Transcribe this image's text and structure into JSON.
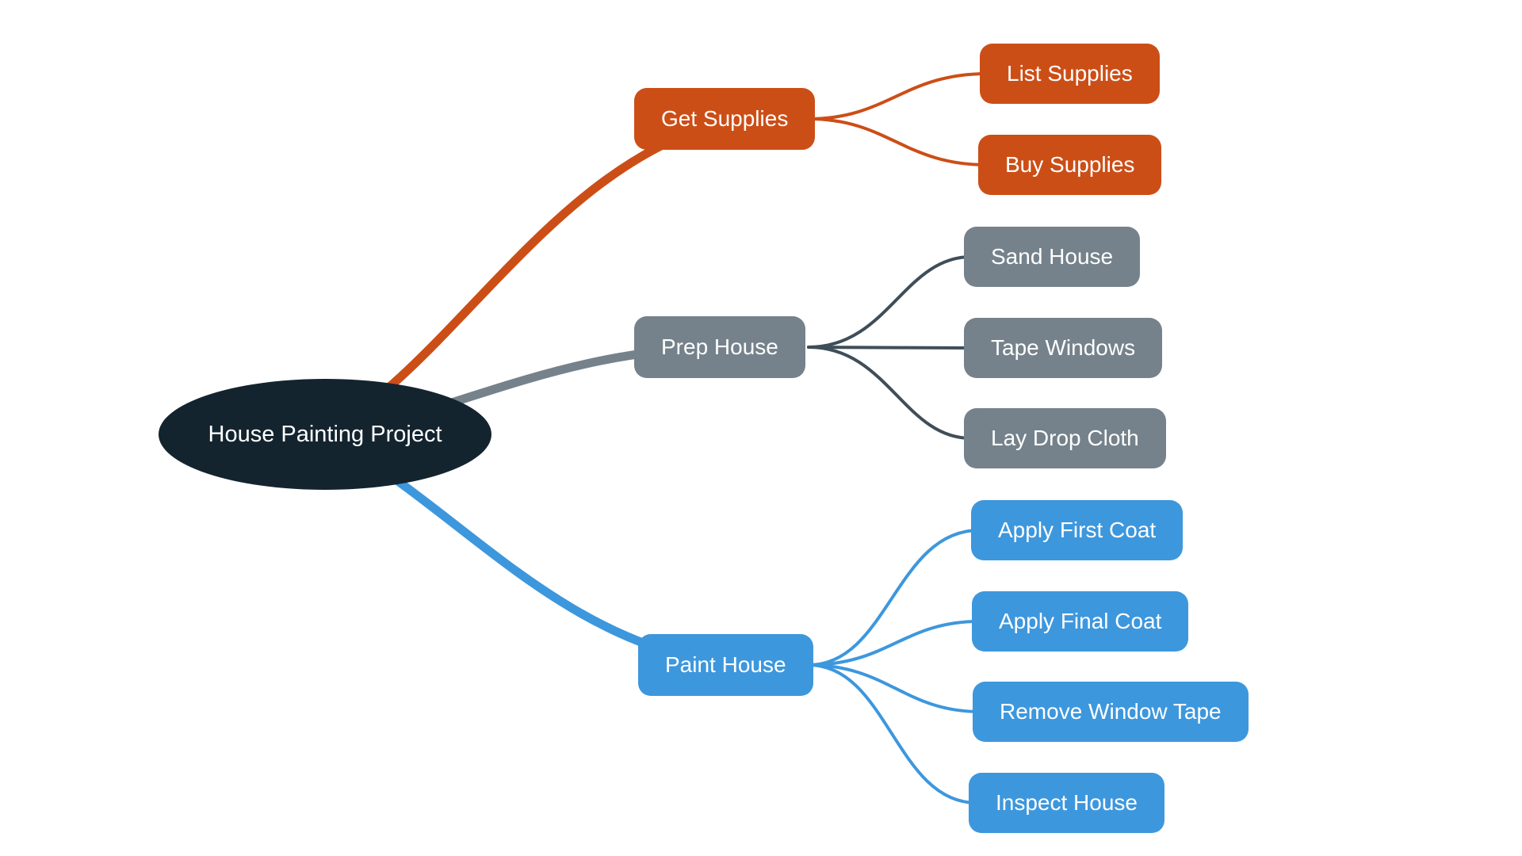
{
  "diagram": {
    "type": "mindmap",
    "root": {
      "label": "House Painting Project",
      "color": "#13242f",
      "text_color": "#ffffff"
    },
    "branches": [
      {
        "label": "Get Supplies",
        "color": "#cc4e17",
        "edge_color": "#cc4e17",
        "children": [
          {
            "label": "List Supplies"
          },
          {
            "label": "Buy Supplies"
          }
        ]
      },
      {
        "label": "Prep House",
        "color": "#75828b",
        "edge_color": "#75828b",
        "child_edge_color": "#3f4e59",
        "children": [
          {
            "label": "Sand House"
          },
          {
            "label": "Tape Windows"
          },
          {
            "label": "Lay Drop Cloth"
          }
        ]
      },
      {
        "label": "Paint House",
        "color": "#3d97dd",
        "edge_color": "#3d97dd",
        "children": [
          {
            "label": "Apply First Coat"
          },
          {
            "label": "Apply Final Coat"
          },
          {
            "label": "Remove Window Tape"
          },
          {
            "label": "Inspect House"
          }
        ]
      }
    ]
  }
}
